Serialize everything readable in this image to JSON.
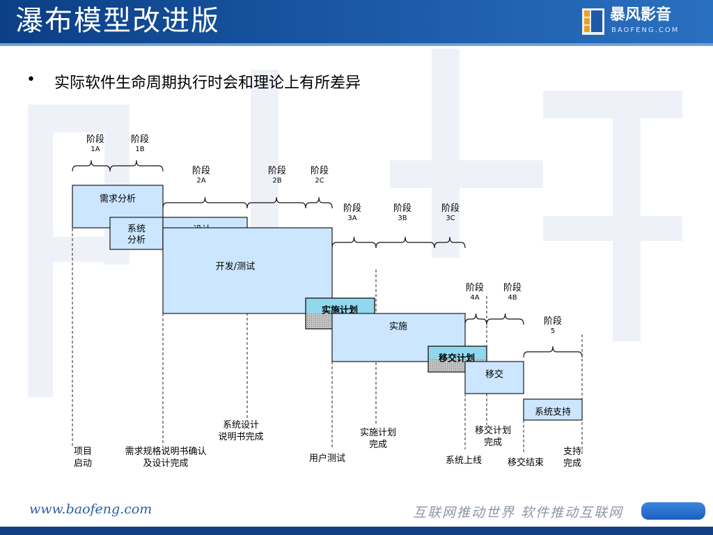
{
  "slide": {
    "title": "瀑布模型改进版",
    "bullet": "实际软件生命周期执行时会和理论上有所差异"
  },
  "logo": {
    "cn": "暴风影音",
    "en": "BAOFENG.COM"
  },
  "footer": {
    "url": "www.baofeng.com",
    "slogan": "互联网推动世界 软件推动互联网"
  },
  "colors": {
    "header": "#1c5aa8",
    "box_fill": "#cce6ff",
    "box_stroke": "#1a1a1a",
    "plan_fill": "#8fd8ee"
  },
  "diagram": {
    "phases": [
      {
        "line1": "阶段",
        "line2": "1A"
      },
      {
        "line1": "阶段",
        "line2": "1B"
      },
      {
        "line1": "阶段",
        "line2": "2A"
      },
      {
        "line1": "阶段",
        "line2": "2B"
      },
      {
        "line1": "阶段",
        "line2": "2C"
      },
      {
        "line1": "阶段",
        "line2": "3A"
      },
      {
        "line1": "阶段",
        "line2": "3B"
      },
      {
        "line1": "阶段",
        "line2": "3C"
      },
      {
        "line1": "阶段",
        "line2": "4A"
      },
      {
        "line1": "阶段",
        "line2": "4B"
      },
      {
        "line1": "阶段",
        "line2": "5"
      }
    ],
    "boxes": [
      {
        "lines": [
          "需求分析"
        ]
      },
      {
        "lines": [
          "系统",
          "分析"
        ]
      },
      {
        "lines": [
          "设计"
        ]
      },
      {
        "lines": [
          "开发/测试"
        ]
      },
      {
        "lines": [
          "实施计划"
        ]
      },
      {
        "lines": [
          "实施"
        ]
      },
      {
        "lines": [
          "移交计划"
        ]
      },
      {
        "lines": [
          "移交"
        ]
      },
      {
        "lines": [
          "系统支持"
        ]
      }
    ],
    "milestones": [
      {
        "lines": [
          "项目",
          "启动"
        ]
      },
      {
        "lines": [
          "需求规格说明书确认",
          "及设计完成"
        ]
      },
      {
        "lines": [
          "系统设计",
          "说明书完成"
        ]
      },
      {
        "lines": [
          "用户测试"
        ]
      },
      {
        "lines": [
          "实施计划",
          "完成"
        ]
      },
      {
        "lines": [
          "移交计划",
          "完成"
        ]
      },
      {
        "lines": [
          "系统上线"
        ]
      },
      {
        "lines": [
          "移交结束"
        ]
      },
      {
        "lines": [
          "支持",
          "完成"
        ]
      }
    ]
  }
}
